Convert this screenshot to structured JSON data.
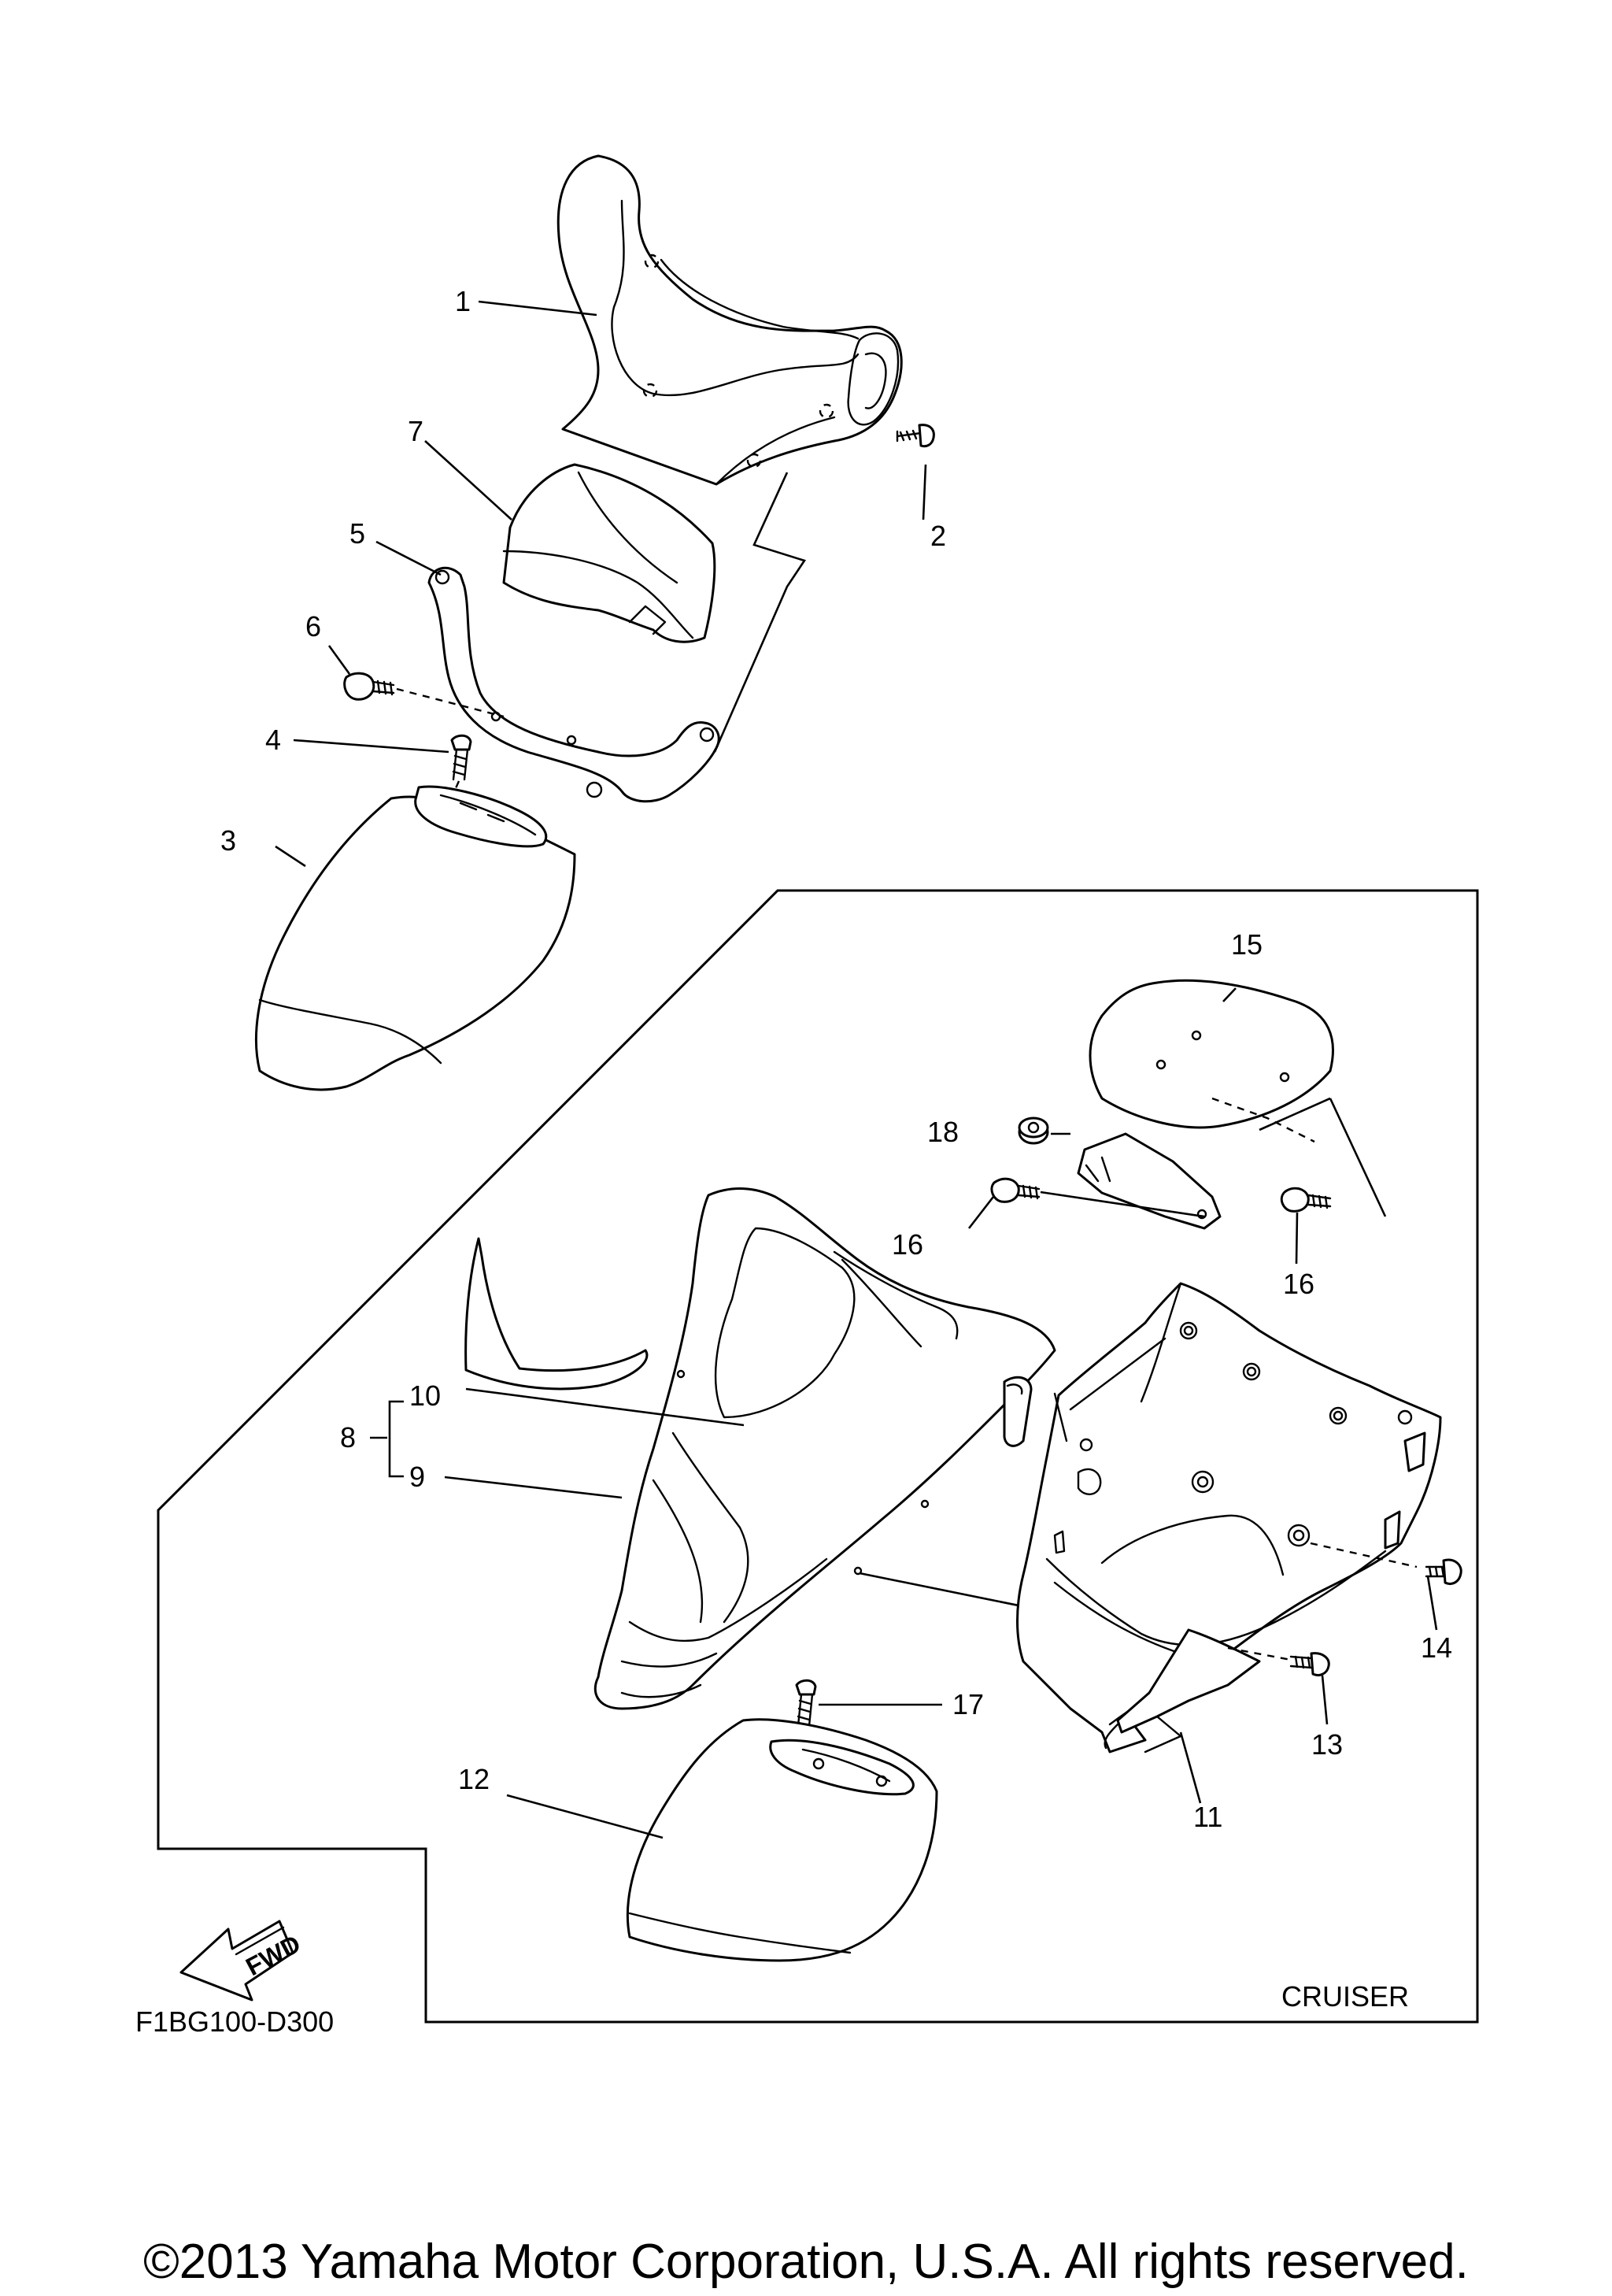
{
  "diagram_id": "F1BG100-D300",
  "variant_label": "CRUISER",
  "forward_label": "FWD",
  "copyright": "©2013 Yamaha Motor Corporation, U.S.A. All rights reserved.",
  "callouts": [
    "1",
    "2",
    "3",
    "4",
    "5",
    "6",
    "7",
    "8",
    "9",
    "10",
    "11",
    "12",
    "13",
    "14",
    "15",
    "16",
    "16",
    "17",
    "18"
  ]
}
